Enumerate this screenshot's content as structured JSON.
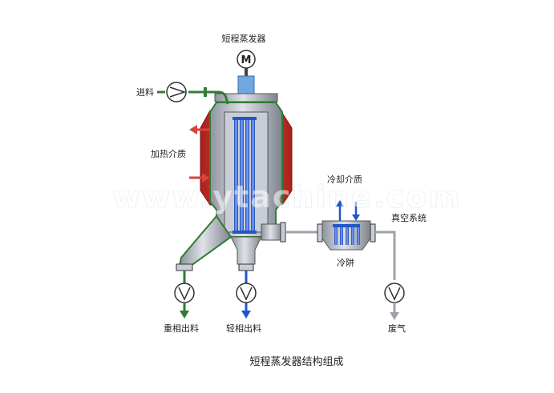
{
  "title": "短程蒸发器",
  "motor_symbol": "M",
  "labels": {
    "feed": "进料",
    "heating_medium": "加热介质",
    "coolant": "冷却介质",
    "vacuum_system": "真空系统",
    "cold_trap": "冷阱",
    "heavy_out": "重相出料",
    "light_out": "轻相出料",
    "exhaust": "废气"
  },
  "caption": "短程蒸发器结构组成",
  "watermark": "www.ytachine.com",
  "colors": {
    "heating_jacket": "#d8433c",
    "feed_line": "#2e7d32",
    "coolant_line": "#1f57c9",
    "vessel_steel": "#b9bec8",
    "vacuum_line": "#9ea3aa",
    "motor_blue": "#6fa7e0"
  }
}
